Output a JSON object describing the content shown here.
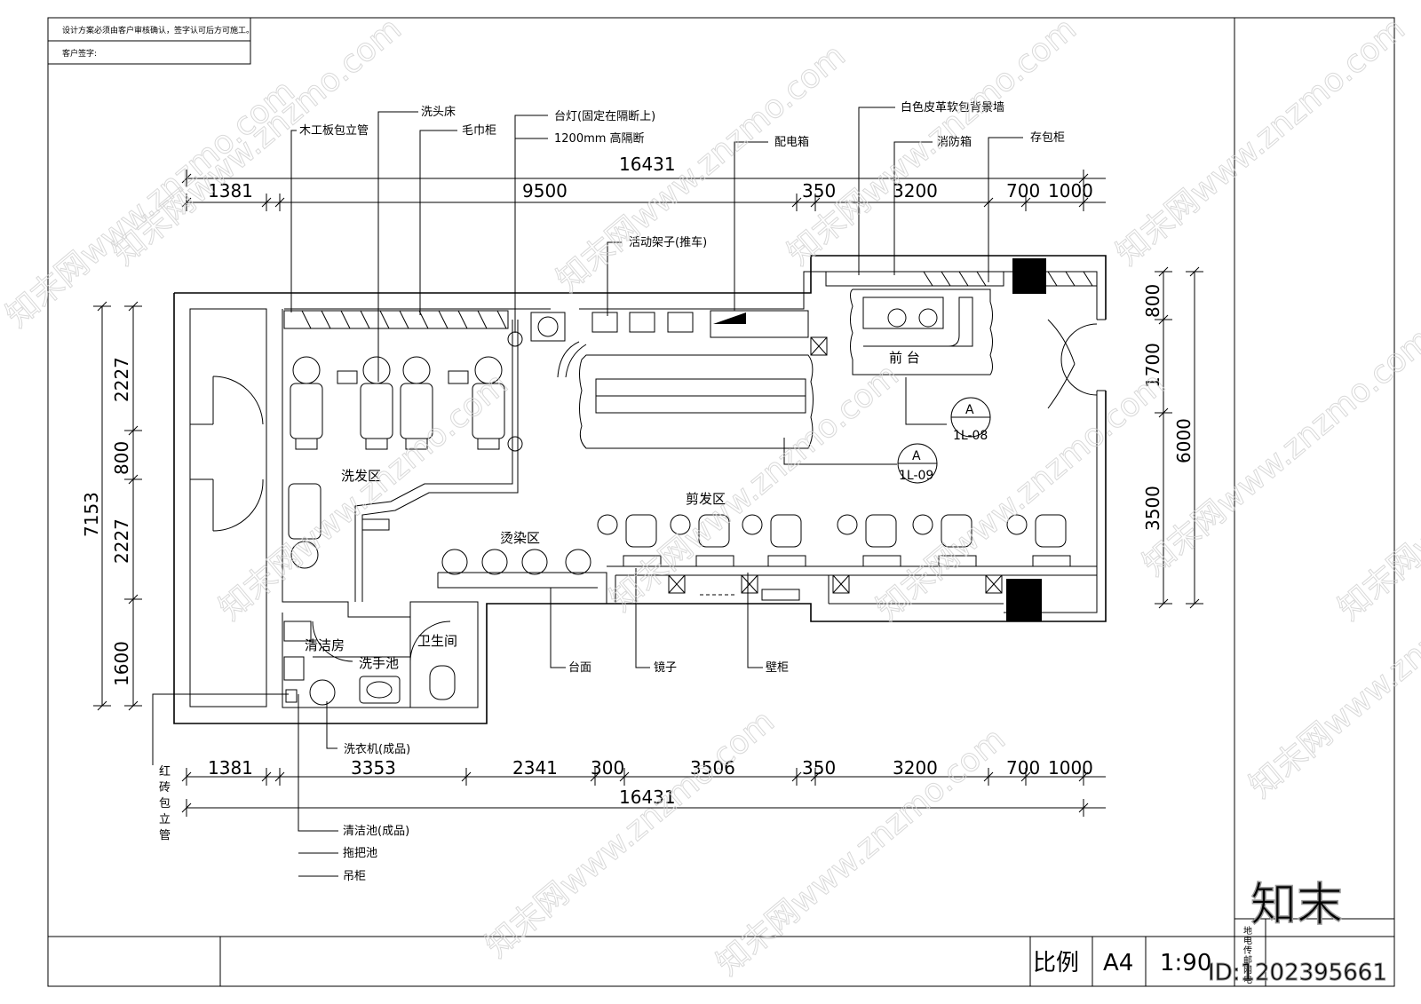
{
  "notes": {
    "line1": "设计方案必须由客户审核确认，签字认可后方可施工。",
    "line2": "客户签字:"
  },
  "labels": {
    "wood_pipe": "木工板包立管",
    "wash_bed": "洗头床",
    "towel_cabinet": "毛巾柜",
    "desk_lamp": "台灯(固定在隔断上)",
    "partition": "1200mm 高隔断",
    "power_box": "配电箱",
    "leather_wall": "白色皮革软包背景墙",
    "fire_box": "消防箱",
    "locker": "存包柜",
    "cart": "活动架子(推车)",
    "wash_area": "洗发区",
    "cut_area": "剪发区",
    "perm_area": "烫染区",
    "front_desk": "前  台",
    "cleaning_room": "清洁房",
    "hand_basin": "洗手池",
    "toilet": "卫生间",
    "washer": "洗衣机(成品)",
    "brick_pipe": [
      "红",
      "砖",
      "包",
      "立",
      "管"
    ],
    "clean_sink": "清洁池(成品)",
    "mop_sink": "拖把池",
    "hanging_cabinet": "吊柜",
    "counter": "台面",
    "mirror": "镜子",
    "wall_cabinet": "壁柜"
  },
  "sections": [
    {
      "letter": "A",
      "ref": "1L-08"
    },
    {
      "letter": "A",
      "ref": "1L-09"
    }
  ],
  "dimensions": {
    "top_total": "16431",
    "top": [
      "1381",
      "9500",
      "350",
      "3200",
      "700",
      "1000"
    ],
    "bottom": [
      "1381",
      "3353",
      "2341",
      "300",
      "3506",
      "350",
      "3200",
      "700",
      "1000"
    ],
    "bottom_total": "16431",
    "left_total": "7153",
    "left": [
      "2227",
      "800",
      "2227",
      "1600"
    ],
    "right": [
      "800",
      "1700",
      "3500"
    ],
    "right_total": "6000"
  },
  "title_block": {
    "scale_label": "比例",
    "paper": "A4",
    "scale": "1:90",
    "side_rows": [
      "地",
      "电",
      "传",
      "邮",
      "网",
      "电"
    ],
    "logo": "知末",
    "id": "ID:1202395661"
  },
  "watermark": "知末网www.znzmo.com"
}
